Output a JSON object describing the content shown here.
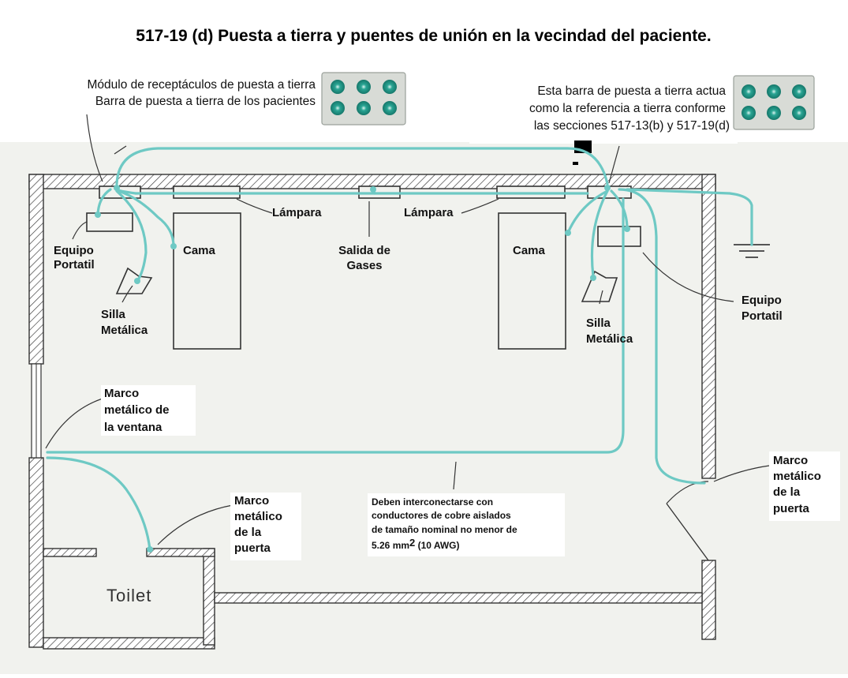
{
  "title": "517-19 (d) Puesta a tierra y puentes de unión en la vecindad del paciente.",
  "top_left_note": {
    "line1": "Módulo de receptáculos de puesta a tierra",
    "line2": "Barra de puesta a tierra de los pacientes"
  },
  "top_right_note": {
    "line1": "Esta  barra  de  puesta a tierra actua",
    "line2": "como la referencia a tierra conforme",
    "line3": "las secciones 517-13(b) y 517-19(d)"
  },
  "labels": {
    "lampara_left": "Lámpara",
    "lampara_right": "Lámpara",
    "equipo_left_1": "Equipo",
    "equipo_left_2": "Portatil",
    "cama_left": "Cama",
    "silla_left_1": "Silla",
    "silla_left_2": "Metálica",
    "salida_1": "Salida de",
    "salida_2": "Gases",
    "cama_right": "Cama",
    "silla_right_1": "Silla",
    "silla_right_2": "Metálica",
    "equipo_right_1": "Equipo",
    "equipo_right_2": "Portatil",
    "ventana_1": "Marco",
    "ventana_2": "metálico de",
    "ventana_3": "la ventana",
    "puerta_left_1": "Marco",
    "puerta_left_2": "metálico",
    "puerta_left_3": "de la",
    "puerta_left_4": "puerta",
    "puerta_right_1": "Marco",
    "puerta_right_2": "metálico",
    "puerta_right_3": "de la",
    "puerta_right_4": "puerta",
    "toilet": "Toilet"
  },
  "conductor_note": {
    "line1": "Deben interconectarse con",
    "line2": "conductores de cobre aislados",
    "line3": "de tamaño nominal no menor de",
    "line4_value": "5.26 mm",
    "line4_sup": "2",
    "line4_rest": " (10 AWG)"
  },
  "colors": {
    "wire": "#6ec9c4",
    "receptacle_green": "#1f9a8a",
    "background": "#f1f2ee"
  }
}
